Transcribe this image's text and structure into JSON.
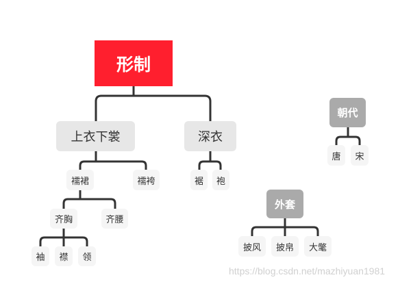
{
  "root": "形制",
  "main": [
    "上衣下裳",
    "深衣"
  ],
  "shangyi_children": [
    "襦裙",
    "襦袴"
  ],
  "shenyi_children": [
    "裾",
    "袍"
  ],
  "ruqun_children": [
    "齐胸",
    "齐腰"
  ],
  "qixiong_children": [
    "袖",
    "襟",
    "领"
  ],
  "dynasty": {
    "label": "朝代",
    "children": [
      "唐",
      "宋"
    ]
  },
  "outerwear": {
    "label": "外套",
    "children": [
      "披风",
      "披帛",
      "大氅"
    ]
  },
  "watermark": "https://blog.csdn.net/mazhiyuan1981",
  "colors": {
    "root": "#ff1f2e",
    "main": "#e7e7e7",
    "sub": "#f5f5f5",
    "floating": "#aaaaaa",
    "line": "#333333"
  }
}
